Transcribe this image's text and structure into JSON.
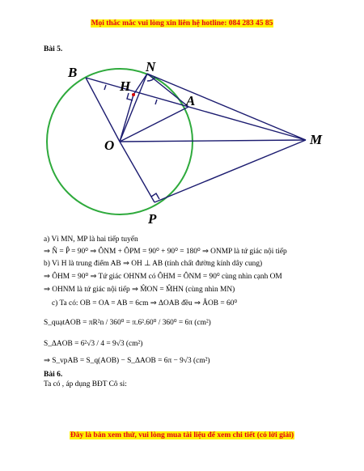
{
  "header": {
    "hotline": "Mọi thắc mắc vui lòng xin liên hệ hotline: 084 283 45 85"
  },
  "problem5": {
    "title": "Bài 5.",
    "figure": {
      "points": [
        "B",
        "N",
        "H",
        "A",
        "O",
        "M",
        "P"
      ],
      "colors": {
        "circle": "#2eaa3c",
        "lines": "#1c1c70"
      }
    },
    "lines": [
      "a)       Vì MN, MP là hai tiếp tuyến",
      "⇒ N̂ = P̂ = 90⁰ ⇒ ÔNM + ÔPM = 90⁰ + 90⁰ = 180⁰ ⇒ ONMP là tứ giác nội tiếp",
      "b)       Vì H là trung điểm AB ⇒ OH ⊥ AB (tính chất đường kính dây cung)",
      "⇒ ÔHM = 90⁰ ⇒ Tứ giác OHNM có ÔHM = ÔNM = 90⁰ cùng nhìn cạnh OM",
      "⇒ OHNM là tứ giác nội tiếp ⇒ M̂ON = M̂HN (cùng nhìn MN)",
      "c)  Ta có: OB = OA = AB = 6cm ⇒ ΔOAB đều ⇒ ÂOB = 60⁰",
      "S_quạtAOB = πR²n / 360⁰ = π.6².60⁰ / 360⁰ = 6π (cm²)",
      "S_ΔAOB = 6²√3 / 4 = 9√3 (cm²)",
      "⇒ S_vpAB = S_q(AOB) − S_ΔAOB = 6π − 9√3 (cm²)"
    ]
  },
  "problem6": {
    "title": "Bài 6.",
    "text": "Ta có  , áp dụng BĐT Cô si:"
  },
  "footer": {
    "notice": "Đây là bản xem thử, vui lòng mua tài liệu để xem chi tiết (có lời giải)"
  }
}
